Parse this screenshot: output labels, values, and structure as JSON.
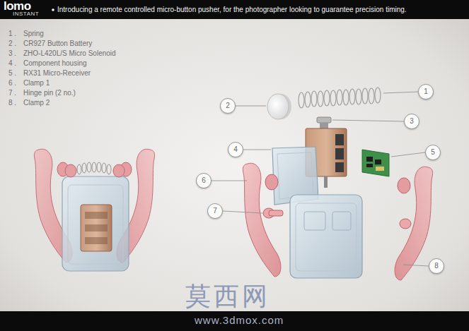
{
  "diagram": {
    "title": "Introducing a remote controlled micro-button pusher, for the photographer looking to guarantee precision timing.",
    "nodes": [
      {
        "text": [
          "1"
        ]
      },
      {
        "text": [
          "2"
        ]
      },
      {
        "text": [
          "3"
        ]
      },
      {
        "text": [
          "4"
        ]
      },
      {
        "text": [
          "5"
        ]
      },
      {
        "text": [
          "6"
        ]
      },
      {
        "text": [
          "7"
        ]
      },
      {
        "text": [
          "8"
        ]
      }
    ],
    "labels": [
      "lomo",
      "INSTANT",
      "1 .",
      "Spring",
      "2 .",
      "CR927 Button Battery",
      "3 .",
      "ZHO-L420L/S Micro Solenoid",
      "4 .",
      "Component housing",
      "5 .",
      "RX31 Micro-Receiver",
      "6 .",
      "Clamp 1",
      "7 .",
      "Hinge pin (2 no.)",
      "8 .",
      "Clamp 2",
      "莫西网",
      "www.3dmox.com"
    ]
  }
}
